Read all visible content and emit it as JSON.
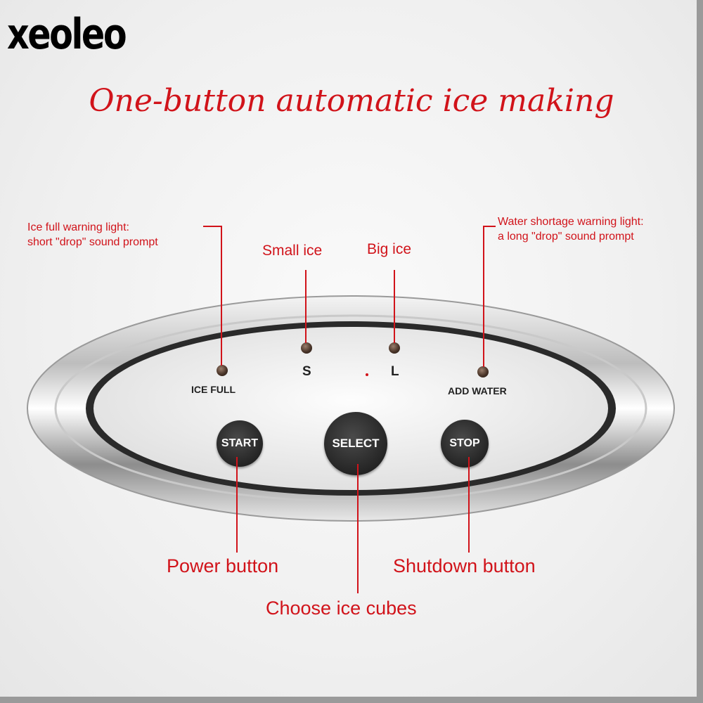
{
  "brand": "xeoleo",
  "headline": "One-button automatic ice making",
  "annotations": {
    "ice_full_line1": "Ice full warning light:",
    "ice_full_line2": "short \"drop\" sound prompt",
    "small_ice": "Small ice",
    "big_ice": "Big ice",
    "water_line1": "Water shortage warning light:",
    "water_line2": "a long \"drop\" sound prompt",
    "power": "Power button",
    "choose": "Choose ice cubes",
    "shutdown": "Shutdown button"
  },
  "panel": {
    "ice_full": "ICE FULL",
    "s": "S",
    "l": "L",
    "add_water": "ADD WATER",
    "start": "START",
    "select": "SELECT",
    "stop": "STOP"
  },
  "colors": {
    "annotation": "#d1131a",
    "button": "#222222"
  }
}
